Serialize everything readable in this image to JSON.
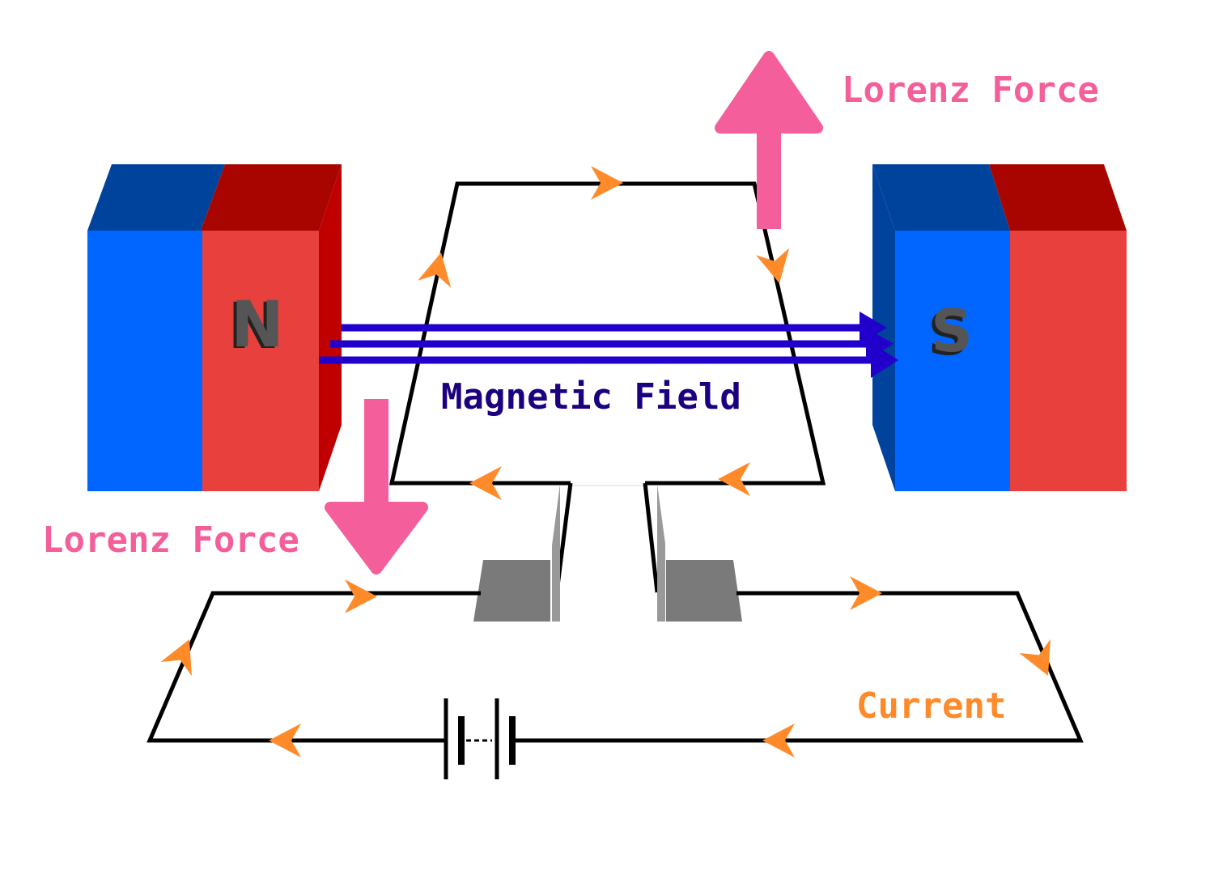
{
  "labels": {
    "north_pole": "N",
    "south_pole": "S",
    "magnetic_field": "Magnetic Field",
    "lorenz_force_top": "Lorenz Force",
    "lorenz_force_bottom": "Lorenz Force",
    "current": "Current"
  },
  "colors": {
    "magnet_blue": "#0066ff",
    "magnet_blue_dark": "#00439c",
    "magnet_red": "#e8403d",
    "magnet_red_dark": "#a80500",
    "magnet_red_side": "#c00000",
    "field_line": "#2200cc",
    "field_text": "#1c0080",
    "lorenz_pink": "#f45e9a",
    "current_orange": "#ff8a2a",
    "wire": "#000000",
    "brush_gray": "#7a7a7a",
    "pole_letter": "#4a4a4a"
  }
}
